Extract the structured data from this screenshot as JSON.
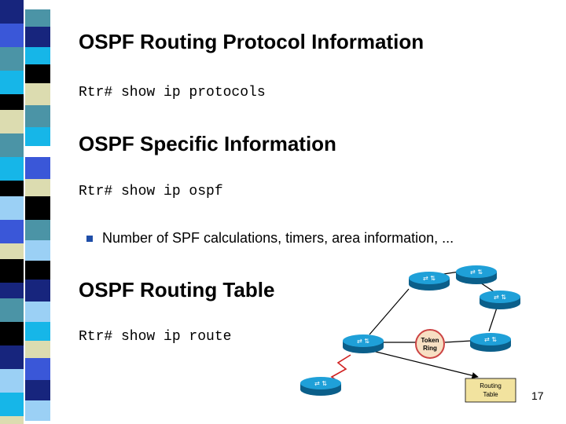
{
  "colors": {
    "stripe_dark_blue": "#17257d",
    "stripe_blue": "#3a57d8",
    "stripe_teal": "#4b94a6",
    "stripe_cyan": "#16b6e8",
    "stripe_black": "#000000",
    "stripe_beige": "#dcdcb0",
    "stripe_light_blue": "#9bd0f5",
    "stripe_white": "#ffffff",
    "router": "#1fa0d8",
    "ring_fill": "#f7dfc3",
    "table_fill": "#f2e39f",
    "bullet": "#1f4ea8"
  },
  "sections": [
    {
      "heading": "OSPF Routing Protocol Information",
      "command": "Rtr# show ip protocols"
    },
    {
      "heading": "OSPF Specific Information",
      "command": "Rtr# show ip ospf"
    },
    {
      "heading": "OSPF Routing Table",
      "command": "Rtr# show ip route"
    }
  ],
  "bullet": {
    "text": "Number of SPF calculations, timers, area information, ..."
  },
  "diagram": {
    "ring_label_1": "Token",
    "ring_label_2": "Ring",
    "table_label_1": "Routing",
    "table_label_2": "Table",
    "router_icon": "router-icon",
    "ring_icon": "token-ring-icon"
  },
  "page_number": "17"
}
